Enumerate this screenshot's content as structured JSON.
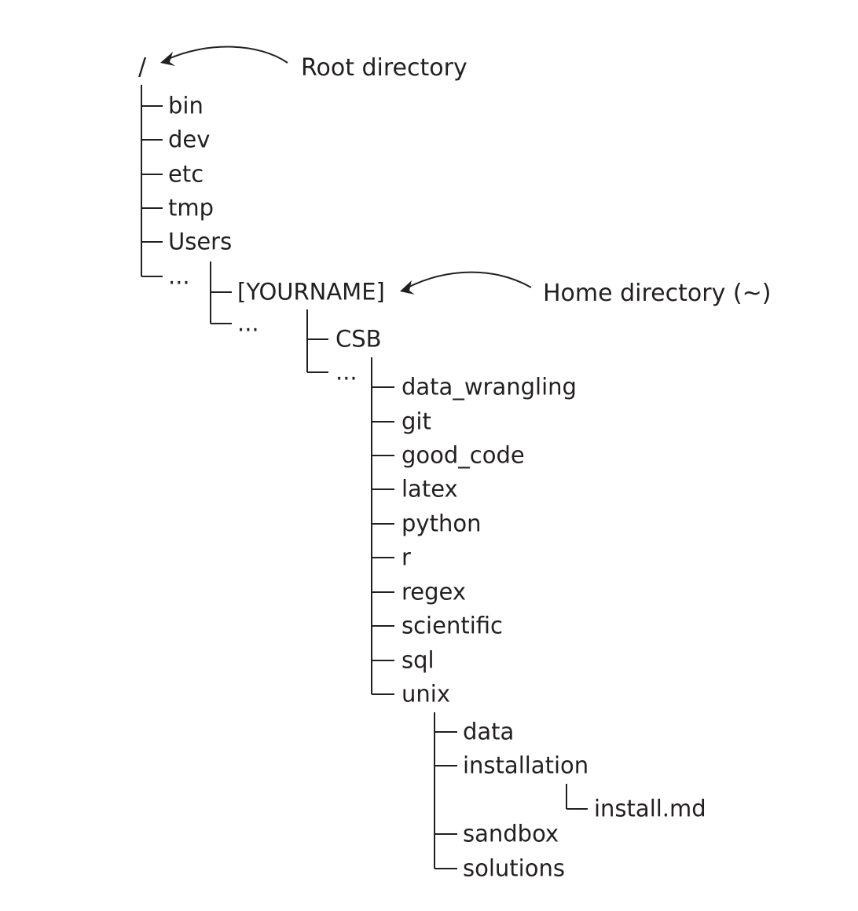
{
  "root": {
    "label": "/",
    "annotation": "Root directory",
    "children": [
      "bin",
      "dev",
      "etc",
      "tmp",
      "Users",
      "..."
    ]
  },
  "users": {
    "children": [
      "[YOURNAME]",
      "..."
    ],
    "home_annotation": "Home directory (~)"
  },
  "home": {
    "children": [
      "CSB",
      "..."
    ]
  },
  "csb": {
    "children": [
      "data_wrangling",
      "git",
      "good_code",
      "latex",
      "python",
      "r",
      "regex",
      "scientific",
      "sql",
      "unix"
    ]
  },
  "unix": {
    "children": [
      "data",
      "installation",
      "sandbox",
      "solutions"
    ]
  },
  "installation": {
    "children": [
      "install.md"
    ]
  },
  "colors": {
    "ink": "#231f20",
    "background": "#ffffff"
  }
}
